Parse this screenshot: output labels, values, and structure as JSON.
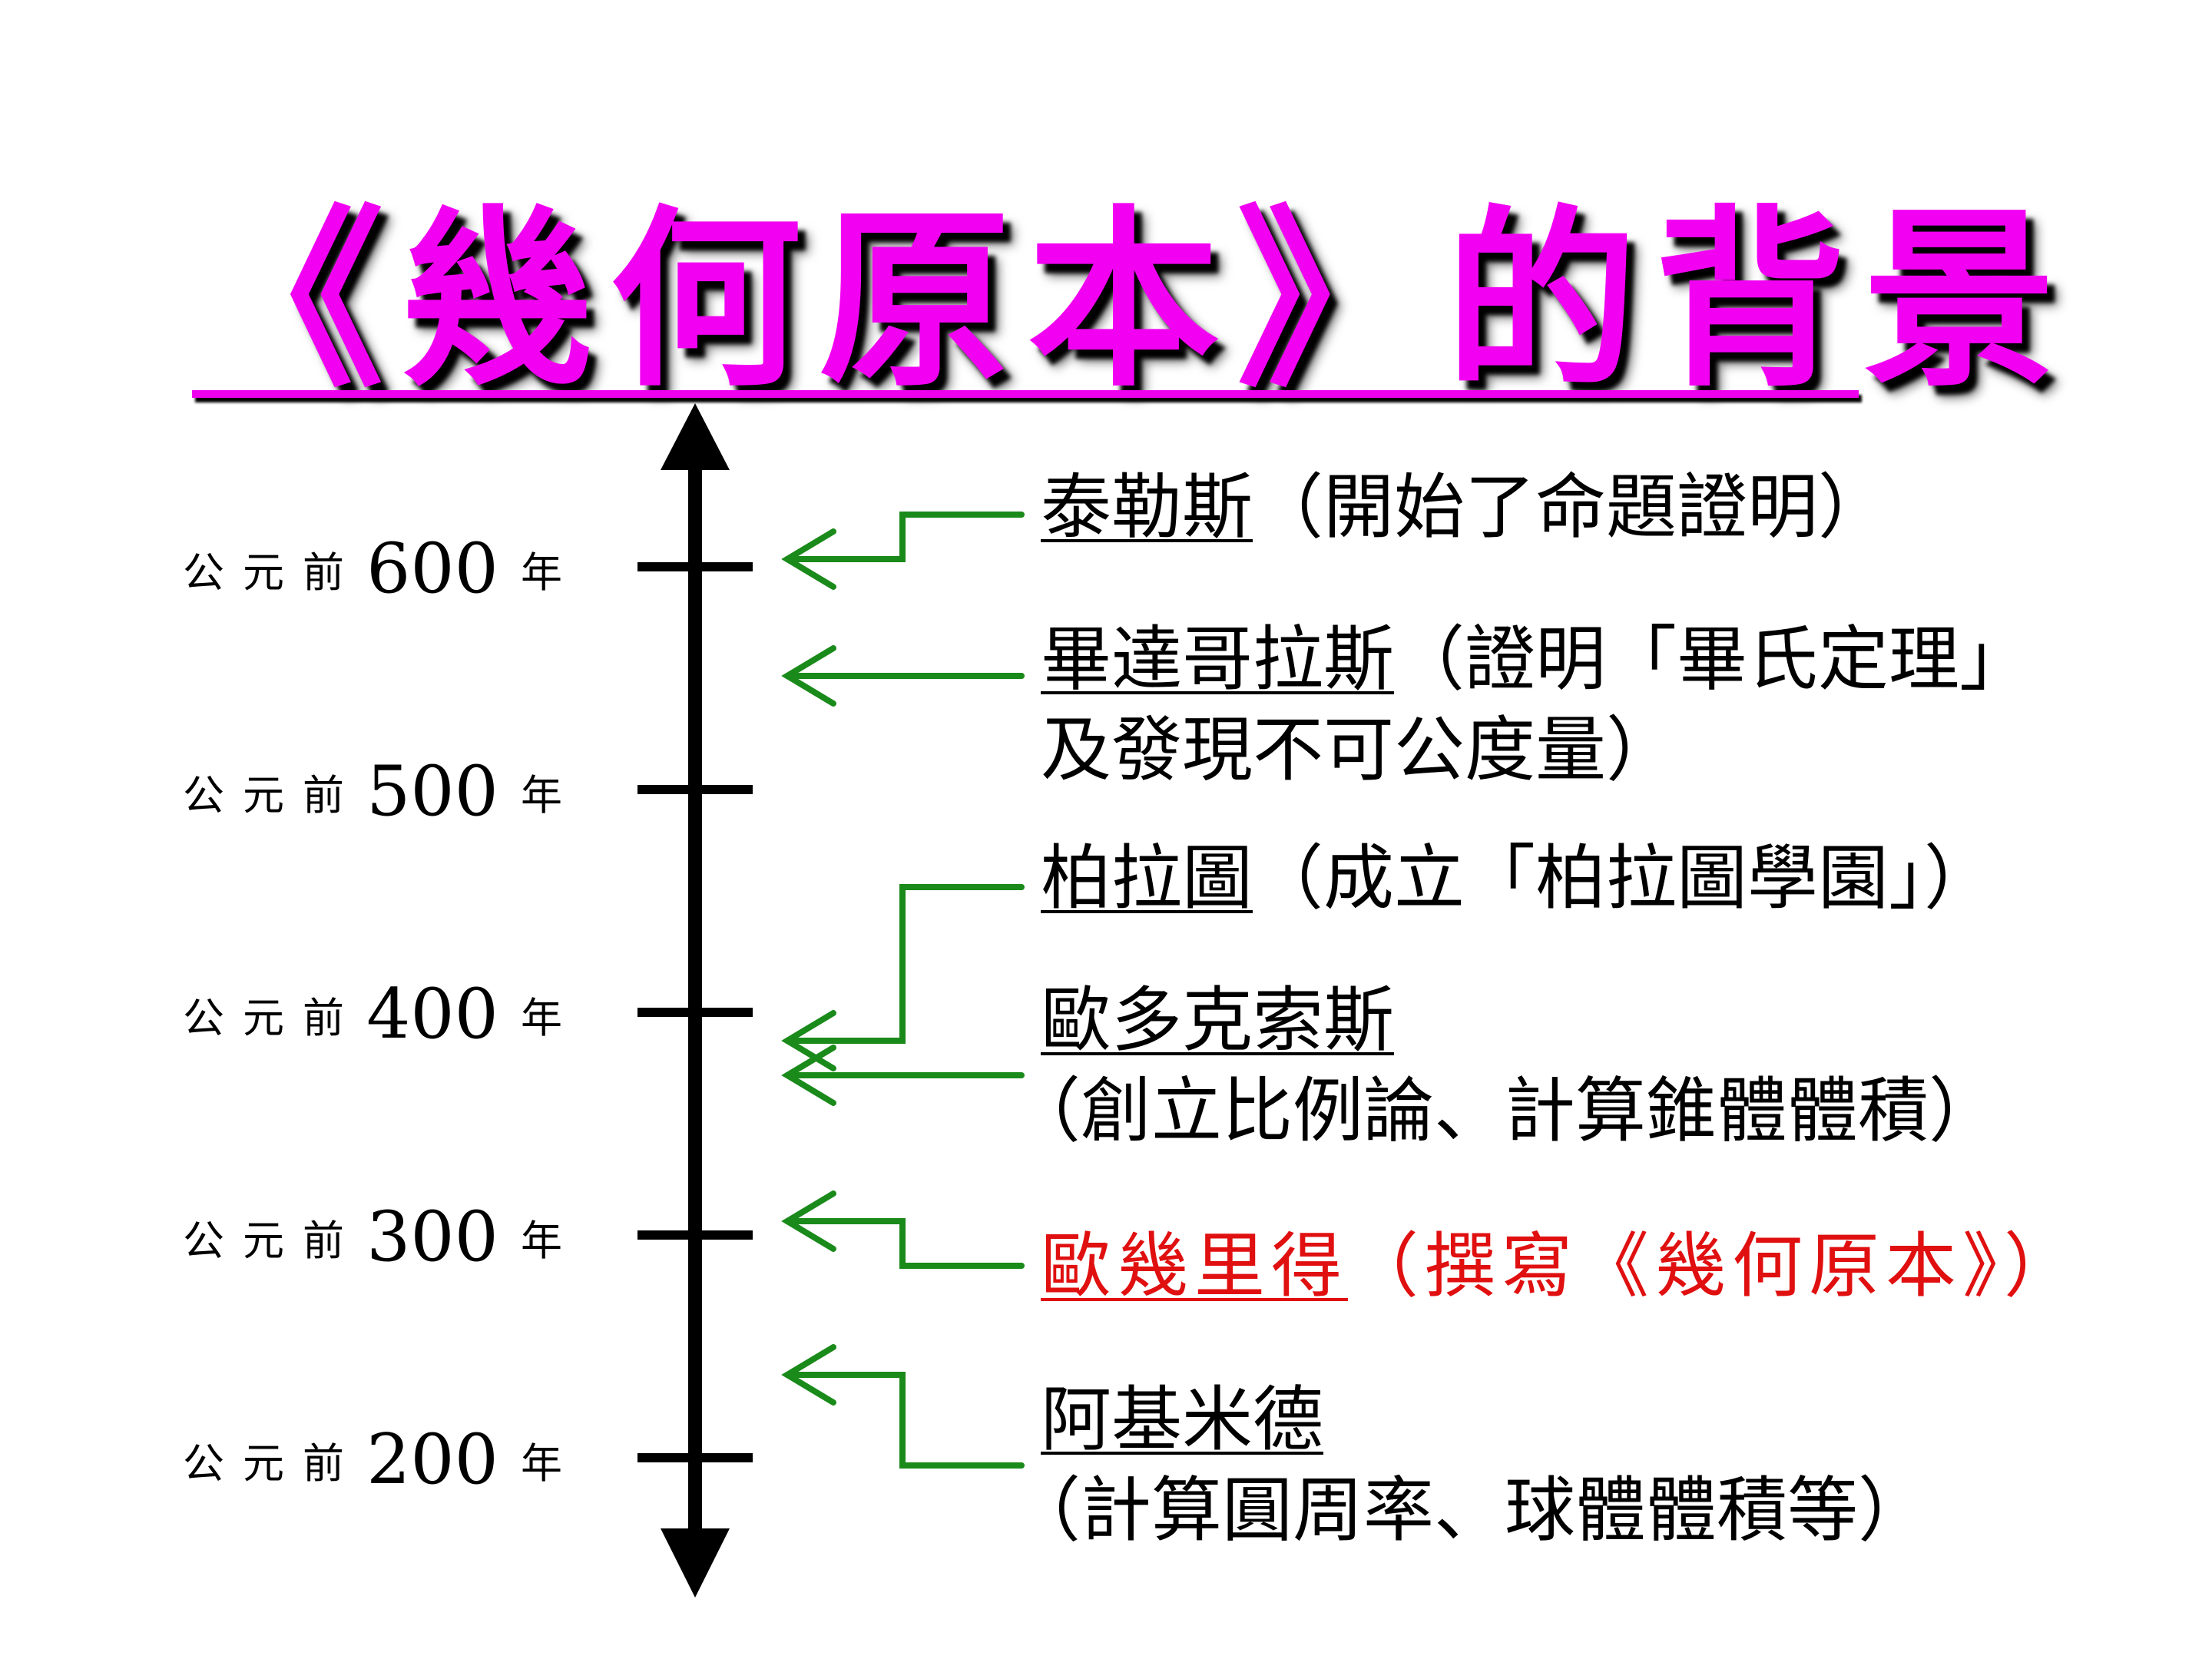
{
  "title": "《幾何原本》的背景",
  "timeline": {
    "ticks": [
      {
        "prefix": "公元前",
        "year": "600",
        "suffix": "年"
      },
      {
        "prefix": "公元前",
        "year": "500",
        "suffix": "年"
      },
      {
        "prefix": "公元前",
        "year": "400",
        "suffix": "年"
      },
      {
        "prefix": "公元前",
        "year": "300",
        "suffix": "年"
      },
      {
        "prefix": "公元前",
        "year": "200",
        "suffix": "年"
      }
    ]
  },
  "events": [
    {
      "name": "泰勒斯",
      "desc": "（開始了命題證明）"
    },
    {
      "name": "畢達哥拉斯",
      "desc": "（證明「畢氏定理」",
      "desc2": "及發現不可公度量）"
    },
    {
      "name": "柏拉圖",
      "desc": "（成立「柏拉圖學園」）"
    },
    {
      "name": "歐多克索斯",
      "desc": "（創立比例論、計算錐體體積）"
    },
    {
      "name": "歐幾里得",
      "desc": "（撰寫《幾何原本》）"
    },
    {
      "name": "阿基米德",
      "desc": "（計算圓周率、球體體積等）"
    }
  ],
  "colors": {
    "title": "#f200f2",
    "axis": "#000000",
    "arrow": "#1a8a1a",
    "highlight": "#e01010"
  }
}
